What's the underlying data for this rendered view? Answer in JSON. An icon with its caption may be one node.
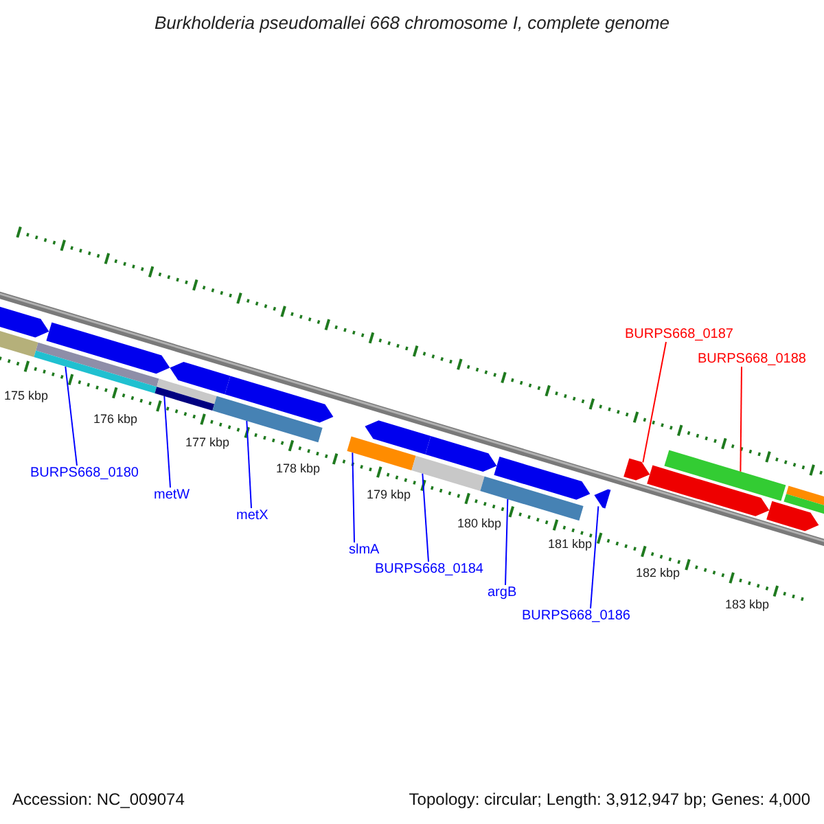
{
  "diagram": {
    "title": "Burkholderia pseudomallei 668 chromosome I, complete genome",
    "nodes": [
      {
        "text": [
          "BURPS668_0180"
        ]
      },
      {
        "text": [
          "metW"
        ]
      },
      {
        "text": [
          "metX"
        ]
      },
      {
        "text": [
          "slmA"
        ]
      },
      {
        "text": [
          "BURPS668_0184"
        ]
      },
      {
        "text": [
          "argB"
        ]
      },
      {
        "text": [
          "BURPS668_0186"
        ]
      },
      {
        "text": [
          "BURPS668_0187"
        ]
      },
      {
        "text": [
          "BURPS668_0188"
        ]
      },
      {
        "text": [],
        "shape": "arrow"
      },
      {
        "text": [],
        "shape": "bar"
      },
      {
        "text": [],
        "shape": "bar"
      },
      {
        "text": [],
        "shape": "arrow"
      },
      {
        "text": [],
        "shape": "bar"
      },
      {
        "text": [],
        "shape": "arrow"
      },
      {
        "text": [],
        "shape": "bar"
      },
      {
        "text": [],
        "shape": "arrow"
      },
      {
        "text": [],
        "shape": "bar"
      },
      {
        "text": [],
        "shape": "arrow"
      },
      {
        "text": [],
        "shape": "bar"
      },
      {
        "text": [],
        "shape": "arrow"
      },
      {
        "text": [],
        "shape": "bar"
      },
      {
        "text": [],
        "shape": "arrow"
      },
      {
        "text": [],
        "shape": "arrow"
      },
      {
        "text": [],
        "shape": "arrow"
      },
      {
        "text": [],
        "shape": "arrow"
      },
      {
        "text": [],
        "shape": "bar"
      },
      {
        "text": [],
        "shape": "arrow"
      },
      {
        "text": [],
        "shape": "bar"
      },
      {
        "text": [],
        "shape": "bar"
      }
    ],
    "edges": [
      {
        "from": 0,
        "to": 11,
        "arrow": "none"
      },
      {
        "from": 1,
        "to": 13,
        "arrow": "none"
      },
      {
        "from": 2,
        "to": 15,
        "arrow": "none"
      },
      {
        "from": 3,
        "to": 17,
        "arrow": "none"
      },
      {
        "from": 4,
        "to": 19,
        "arrow": "none"
      },
      {
        "from": 5,
        "to": 21,
        "arrow": "none"
      },
      {
        "from": 6,
        "to": 23,
        "arrow": "none"
      },
      {
        "from": 7,
        "to": 24,
        "arrow": "none",
        "color": "#ff0000"
      },
      {
        "from": 8,
        "to": 26,
        "arrow": "none",
        "color": "#ff0000"
      }
    ],
    "labels": [
      "175 kbp",
      "176 kbp",
      "177 kbp",
      "178 kbp",
      "179 kbp",
      "180 kbp",
      "181 kbp",
      "182 kbp",
      "183 kbp",
      "Accession: NC_009074",
      "Topology: circular; Length: 3,912,947 bp; Genes: 4,000"
    ]
  }
}
